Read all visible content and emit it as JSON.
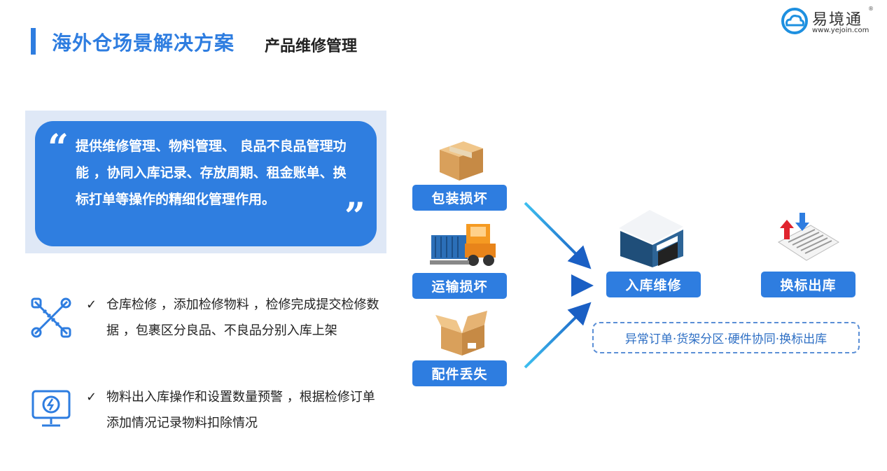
{
  "header": {
    "title": "海外仓场景解决方案",
    "subtitle": "产品维修管理"
  },
  "logo": {
    "name": "易境通",
    "url": "www.yejoin.com",
    "registered": "®"
  },
  "quote": {
    "open": "“",
    "close": "”",
    "text": "提供维修管理、物料管理、 良品不良品管理功能 ，协同入库记录、存放周期、租金账单、换标打单等操作的精细化管理作用。"
  },
  "features": [
    {
      "check": "✓",
      "text": "仓库检修 ，添加检修物料 ，检修完成提交检修数据 ，包裹区分良品、不良品分别入库上架",
      "icon": "tools-icon"
    },
    {
      "check": "✓",
      "text": "物料出入库操作和设置数量预警 ，根据检修订单添加情况记录物料扣除情况",
      "icon": "monitor-icon"
    }
  ],
  "flow": {
    "sources": [
      {
        "label": "包装损坏"
      },
      {
        "label": "运输损坏"
      },
      {
        "label": "配件丢失"
      }
    ],
    "target": "入库维修",
    "next": "换标出库",
    "tags": "异常订单·货架分区·硬件协同·换标出库"
  },
  "colors": {
    "accent": "#2e7de0",
    "panel": "#dfe8f6",
    "arrow": "#1a6fd0"
  }
}
